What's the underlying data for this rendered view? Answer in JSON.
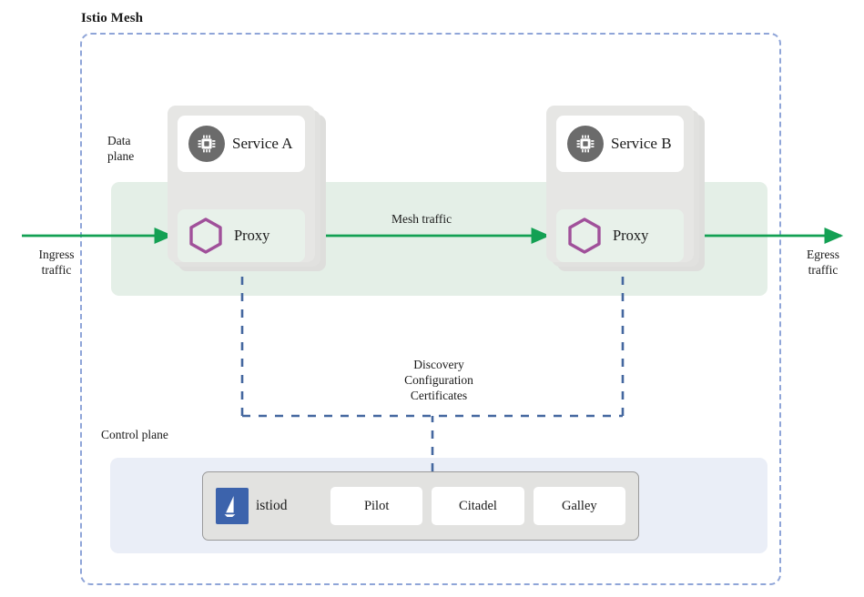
{
  "diagram": {
    "title": "Istio Mesh",
    "type": "architecture-diagram",
    "planes": {
      "data_plane_label": "Data\nplane",
      "data_plane_label_line1": "Data",
      "data_plane_label_line2": "plane",
      "control_plane_label": "Control plane"
    },
    "pods": [
      {
        "id": "pod-a",
        "service_label": "Service A",
        "proxy_label": "Proxy",
        "service_icon": "chip-icon",
        "proxy_icon": "hexagon-icon"
      },
      {
        "id": "pod-b",
        "service_label": "Service B",
        "proxy_label": "Proxy",
        "service_icon": "chip-icon",
        "proxy_icon": "hexagon-icon"
      }
    ],
    "flows": {
      "ingress": "Ingress\ntraffic",
      "ingress_line1": "Ingress",
      "ingress_line2": "traffic",
      "egress": "Egress\ntraffic",
      "egress_line1": "Egress",
      "egress_line2": "traffic",
      "mesh_traffic": "Mesh traffic",
      "control_channel_line1": "Discovery",
      "control_channel_line2": "Configuration",
      "control_channel_line3": "Certificates"
    },
    "control_plane": {
      "brand_name": "istiod",
      "brand_icon": "istio-sail-logo",
      "components": [
        "Pilot",
        "Citadel",
        "Galley"
      ]
    },
    "colors": {
      "mesh_border": "#8fa5d8",
      "data_plane_band": "#e4efe7",
      "control_plane_panel": "#eaeef7",
      "traffic_arrow_green": "#13a053",
      "control_arrow_blue": "#44679f",
      "pod_card_gray": "#e6e6e4",
      "proxy_box_green": "#e8f1ea",
      "chip_circle_gray": "#6b6b6b",
      "hexagon_purple": "#a0509a",
      "istiod_logo_blue": "#3c63ac",
      "istiod_box_gray": "#e2e2e0"
    }
  }
}
